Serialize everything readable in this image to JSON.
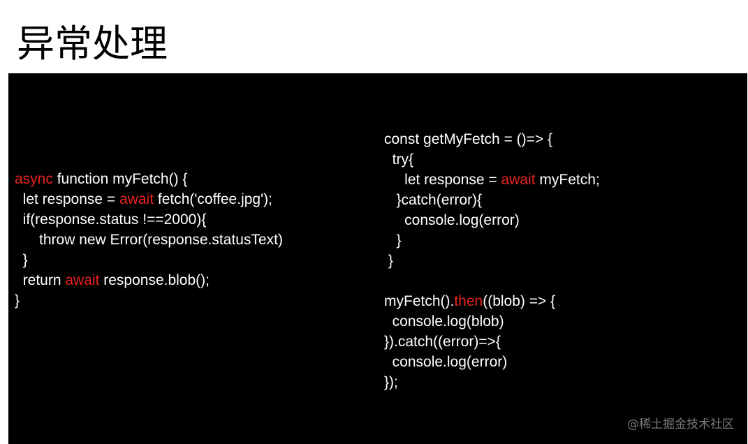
{
  "slide": {
    "title": "异常处理",
    "watermark": "@稀土掘金技术社区",
    "keyword_color": "#e8221f"
  },
  "code_left": {
    "lines": [
      [
        {
          "t": "async",
          "kw": true
        },
        {
          "t": " function myFetch() {"
        }
      ],
      [
        {
          "t": "  let response = "
        },
        {
          "t": "await",
          "kw": true
        },
        {
          "t": " fetch('coffee.jpg');"
        }
      ],
      [
        {
          "t": "  if(response.status !==2000){"
        }
      ],
      [
        {
          "t": "      throw new Error(response.statusText)"
        }
      ],
      [
        {
          "t": "  }"
        }
      ],
      [
        {
          "t": "  return "
        },
        {
          "t": "await",
          "kw": true
        },
        {
          "t": " response.blob();"
        }
      ],
      [
        {
          "t": "}"
        }
      ]
    ]
  },
  "code_right": {
    "lines": [
      [
        {
          "t": "const getMyFetch = ()=> {"
        }
      ],
      [
        {
          "t": "  try{"
        }
      ],
      [
        {
          "t": "     let response = "
        },
        {
          "t": "await",
          "kw": true
        },
        {
          "t": " myFetch;"
        }
      ],
      [
        {
          "t": "   }catch(error){"
        }
      ],
      [
        {
          "t": "     console.log(error)"
        }
      ],
      [
        {
          "t": "   }"
        }
      ],
      [
        {
          "t": " }"
        }
      ],
      [
        {
          "t": ""
        }
      ],
      [
        {
          "t": "myFetch()."
        },
        {
          "t": "then",
          "kw": true
        },
        {
          "t": "((blob) => {"
        }
      ],
      [
        {
          "t": "  console.log(blob)"
        }
      ],
      [
        {
          "t": "}).catch((error)=>{"
        }
      ],
      [
        {
          "t": "  console.log(error)"
        }
      ],
      [
        {
          "t": "});"
        }
      ]
    ]
  }
}
